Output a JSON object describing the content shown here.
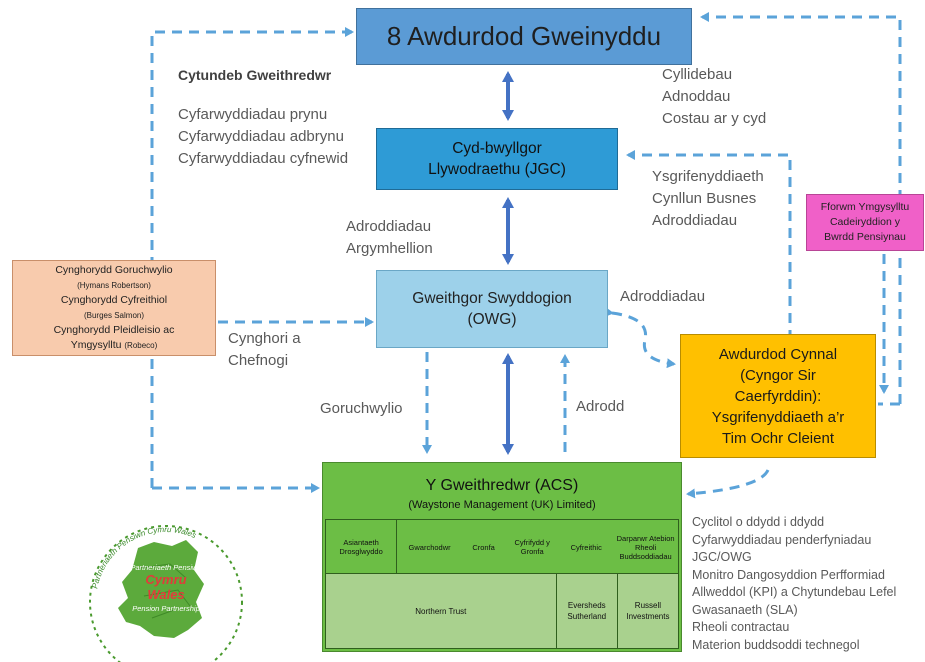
{
  "authorities": "8 Awdurdod Gweinyddu",
  "jgc": {
    "line1": "Cyd-bwyllgor",
    "line2": "Llywodraethu (JGC)"
  },
  "owg": {
    "line1": "Gweithgor Swyddogion",
    "line2": "(OWG)"
  },
  "host": {
    "lines": [
      "Awdurdod Cynnal",
      "(Cyngor Sir",
      "Caerfyrddin):",
      "Ysgrifenyddiaeth a’r",
      "Tim Ochr Cleient"
    ]
  },
  "forum": {
    "lines": [
      "Fforwm Ymgysylltu",
      "Cadeiryddion y",
      "Bwrdd Pensiynau"
    ]
  },
  "advisors": {
    "lines": [
      {
        "main": "Cynghorydd Goruchwylio",
        "sub": ""
      },
      {
        "main": "",
        "sub": "(Hymans Robertson)"
      },
      {
        "main": "Cynghorydd Cyfreithiol",
        "sub": ""
      },
      {
        "main": "",
        "sub": "(Burges Salmon)"
      },
      {
        "main": "Cynghorydd Pleidleisio ac",
        "sub": ""
      },
      {
        "main": "Ymgysylltu ",
        "sub": "(Robeco)"
      }
    ]
  },
  "acs": {
    "title": "Y Gweithredwr  (ACS)",
    "subtitle": "(Waystone Management (UK) Limited)"
  },
  "acs_cells": [
    "Asiantaeth Drosglwyddo",
    "Gwarchodwr",
    "Cronfa",
    "Cyfrifydd y Gronfa",
    "Cyfreithic",
    "Darparwr Atebion Rheoli Buddsoddiadau"
  ],
  "acs_bottom": [
    "Northern Trust",
    "Eversheds Sutherland",
    "Russell Investments"
  ],
  "labels": {
    "contract_title": "Cytundeb Gweithredwr",
    "contract_items": [
      "Cyfarwyddiadau prynu",
      "Cyfarwyddiadau adbrynu",
      "Cyfarwyddiadau cyfnewid"
    ],
    "budgets": [
      "Cyllidebau",
      "Adnoddau",
      "Costau ar y cyd"
    ],
    "secretariat": [
      "Ysgrifenyddiaeth",
      "Cynllun Busnes",
      "Adroddiadau"
    ],
    "reports_recs": [
      "Adroddiadau",
      "Argymhellion"
    ],
    "reports_right": "Adroddiadau",
    "advise": [
      "Cynghori a",
      "Chefnogi"
    ],
    "oversight": "Goruchwylio",
    "report": "Adrodd",
    "bottom_right": [
      "Cyclitol o ddydd i ddydd",
      "Cyfarwyddiadau penderfyniadau",
      "JGC/OWG",
      "Monitro Dangosyddion Perfformiad",
      "Allweddol (KPI) a Chytundebau Lefel",
      "Gwasanaeth (SLA)",
      "Rheoli contractau",
      "Materion buddsoddi technegol"
    ]
  },
  "logo": {
    "top_ring": "Partneriaeth Pensiwn Cymru Wales",
    "name1": "Partneriaeth Pensiwn",
    "name2": "Cymru",
    "name3": "Wales",
    "name4": "Pension Partnership"
  },
  "colors": {
    "authorities": "#5b9bd5",
    "jgc": "#2e9bd6",
    "owg": "#9dd1ea",
    "host": "#ffc000",
    "forum": "#f060c8",
    "advisors": "#f8cbad",
    "acs": "#6cbe45",
    "acs_light": "#a9d18e",
    "arrow": "#4472c4",
    "dash": "#5ba3d9"
  }
}
